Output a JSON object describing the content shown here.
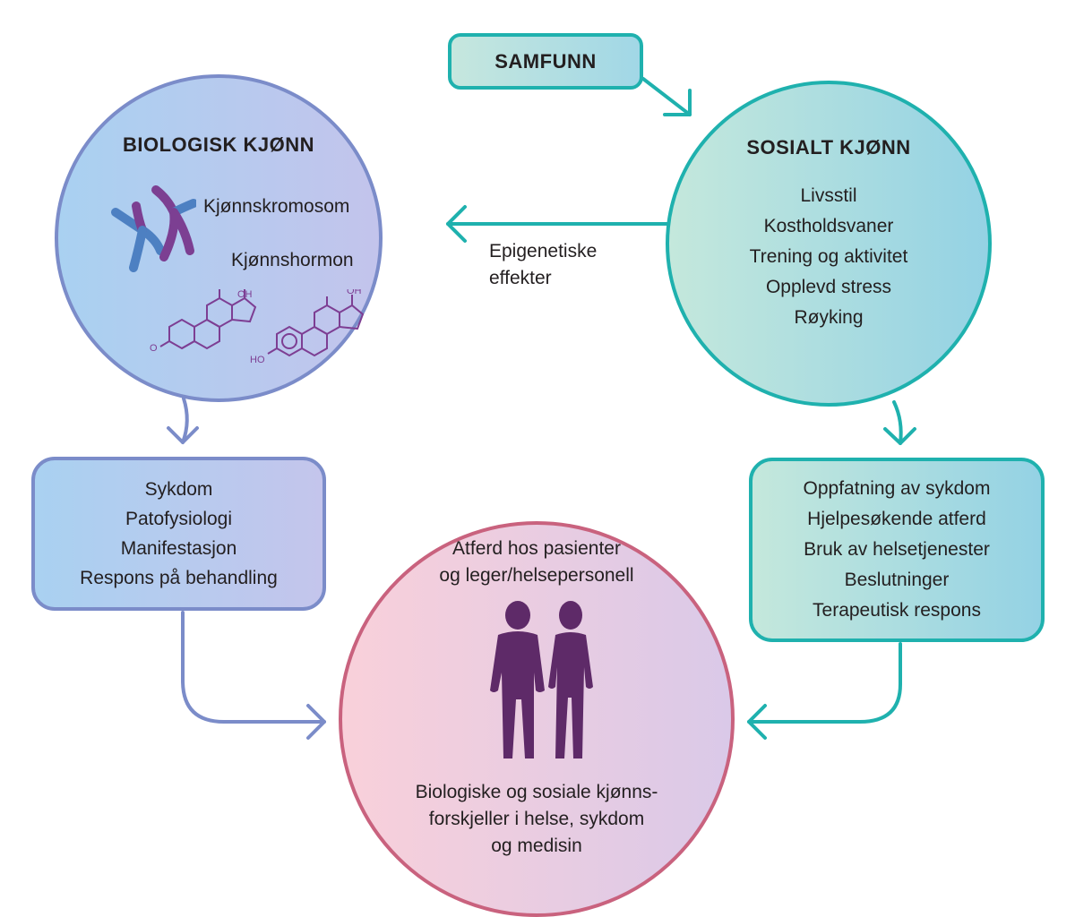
{
  "samfunn": {
    "label": "SAMFUNN"
  },
  "biological": {
    "title": "BIOLOGISK KJØNN",
    "chromosome_label": "Kjønnskromosom",
    "hormone_label": "Kjønnshormon",
    "molecule_labels": {
      "keto": "O",
      "hydroxyl_top": "OH",
      "hydroxyl_phenol": "HO"
    }
  },
  "social": {
    "title": "SOSIALT KJØNN",
    "items": [
      "Livsstil",
      "Kostholdsvaner",
      "Trening og aktivitet",
      "Opplevd stress",
      "Røyking"
    ]
  },
  "epigenetic": {
    "line1": "Epigenetiske",
    "line2": "effekter"
  },
  "bio_effects": {
    "items": [
      "Sykdom",
      "Patofysiologi",
      "Manifestasjon",
      "Respons på behandling"
    ]
  },
  "social_effects": {
    "items": [
      "Oppfatning av sykdom",
      "Hjelpesøkende atferd",
      "Bruk av helsetjenester",
      "Beslutninger",
      "Terapeutisk respons"
    ]
  },
  "center": {
    "top_line1": "Atferd hos pasienter",
    "top_line2": "og leger/helsepersonell",
    "bottom_line1": "Biologiske og sosiale kjønns-",
    "bottom_line2": "forskjeller i helse, sykdom",
    "bottom_line3": "og medisin"
  },
  "colors": {
    "biological": "#7b8cc9",
    "social": "#1fb1ae",
    "center": "#c9627e",
    "molecule": "#7d3e93",
    "people": "#5e2a68",
    "chromosome_blue": "#4d80c2",
    "chromosome_purple": "#7c3f92"
  },
  "icons": [
    "chromosome-icon",
    "steroid-molecule-icon",
    "people-silhouette-icon",
    "arrow-icon"
  ]
}
